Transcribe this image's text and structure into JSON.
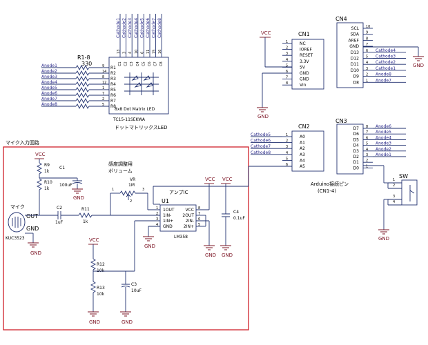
{
  "led_matrix": {
    "resistor_label": "R1-8",
    "resistor_value": "330",
    "anodes": [
      "Anode1",
      "Anode2",
      "Anode3",
      "Anode4",
      "Anode5",
      "Anode6",
      "Anode7",
      "Anode8"
    ],
    "r_labels": [
      "R1",
      "R2",
      "R3",
      "R4",
      "R5",
      "R6",
      "R7",
      "R8"
    ],
    "r_pins": [
      "9",
      "14",
      "8",
      "12",
      "1",
      "7",
      "2",
      "5"
    ],
    "cathodes": [
      "Cathode1",
      "Cathode2",
      "Cathode3",
      "Cathode4",
      "Cathode5",
      "Cathode6",
      "Cathode7",
      "Cathode8"
    ],
    "c_pins": [
      "13",
      "3",
      "4",
      "10",
      "6",
      "11",
      "15",
      "16"
    ],
    "c_labels": [
      "C1",
      "C2",
      "C3",
      "C4",
      "C5",
      "C6",
      "C7",
      "C8"
    ],
    "inner_label": "8x8 Dot Matrix LED",
    "part_number": "TC15-11SEKWA",
    "caption": "ドットマトリックスLED"
  },
  "cn1": {
    "name": "CN1",
    "pins": [
      "NC",
      "IOREF",
      "RESET",
      "3.3V",
      "5V",
      "GND",
      "GND",
      "Vin"
    ],
    "nums": [
      "1",
      "2",
      "3",
      "4",
      "5",
      "6",
      "7",
      "8"
    ],
    "vcc": "VCC",
    "gnd": "GND"
  },
  "cn4": {
    "name": "CN4",
    "pins": [
      "SCL",
      "SDA",
      "AREF",
      "GND",
      "D13",
      "D12",
      "D11",
      "D10",
      "D9",
      "D8"
    ],
    "nums": [
      "10",
      "9",
      "8",
      "7",
      "6",
      "5",
      "4",
      "3",
      "2",
      "1"
    ],
    "nets": [
      "",
      "",
      "",
      "",
      "Cathode4",
      "Cathode3",
      "Cathode2",
      "Cathode1",
      "Anode8",
      "Anode7"
    ],
    "gnd": "GND"
  },
  "cn2": {
    "name": "CN2",
    "pins": [
      "A0",
      "A1",
      "A2",
      "A3",
      "A4",
      "A5"
    ],
    "nums": [
      "1",
      "2",
      "3",
      "4",
      "5",
      "6"
    ],
    "nets": [
      "Cathode5",
      "Cathode6",
      "Cathode7",
      "Cathode8",
      "",
      ""
    ]
  },
  "cn3": {
    "name": "CN3",
    "pins": [
      "D7",
      "D6",
      "D5",
      "D4",
      "D3",
      "D2",
      "D1",
      "D0"
    ],
    "nums": [
      "8",
      "7",
      "6",
      "5",
      "4",
      "3",
      "2",
      "1"
    ],
    "nets": [
      "Anode6",
      "Anode5",
      "Anode4",
      "Anode3",
      "Anode2",
      "Anode1",
      "",
      ""
    ]
  },
  "arduino_caption": "Arduino接続ピン",
  "arduino_caption2": "(CN1-4)",
  "sw": {
    "name": "SW",
    "pins": [
      "1",
      "2",
      "3",
      "4"
    ],
    "gnd": "GND"
  },
  "mic_circuit": {
    "title": "マイク入力回路",
    "mic_label": "マイク",
    "mic_part": "KUC3523",
    "mic_out": "OUT",
    "mic_gnd": "GND",
    "r9": [
      "R9",
      "1k"
    ],
    "r10": [
      "R10",
      "1k"
    ],
    "c1": [
      "C1",
      "100uF"
    ],
    "c2": [
      "C2",
      "1uF"
    ],
    "r11": [
      "R11",
      "1k"
    ],
    "vr_title": "感度調整用",
    "vr_title2": "ボリューム",
    "vr": [
      "VR",
      "1M"
    ],
    "vr_pins": [
      "1",
      "2",
      "3"
    ],
    "amp_title": "アンプIC",
    "u1": "U1",
    "u1_part": "LM358",
    "u1_left": [
      "1OUT",
      "1IN-",
      "1IN+",
      "GND"
    ],
    "u1_right": [
      "VCC",
      "2OUT",
      "2IN-",
      "2IN+"
    ],
    "u1_left_nums": [
      "1",
      "2",
      "3",
      "4"
    ],
    "u1_right_nums": [
      "8",
      "7",
      "6",
      "5"
    ],
    "c4": [
      "C4",
      "0.1uF"
    ],
    "r12": [
      "R12",
      "10k"
    ],
    "r13": [
      "R13",
      "10k"
    ],
    "c3": [
      "C3",
      "10uF"
    ],
    "vcc": "VCC",
    "gnd": "GND"
  }
}
